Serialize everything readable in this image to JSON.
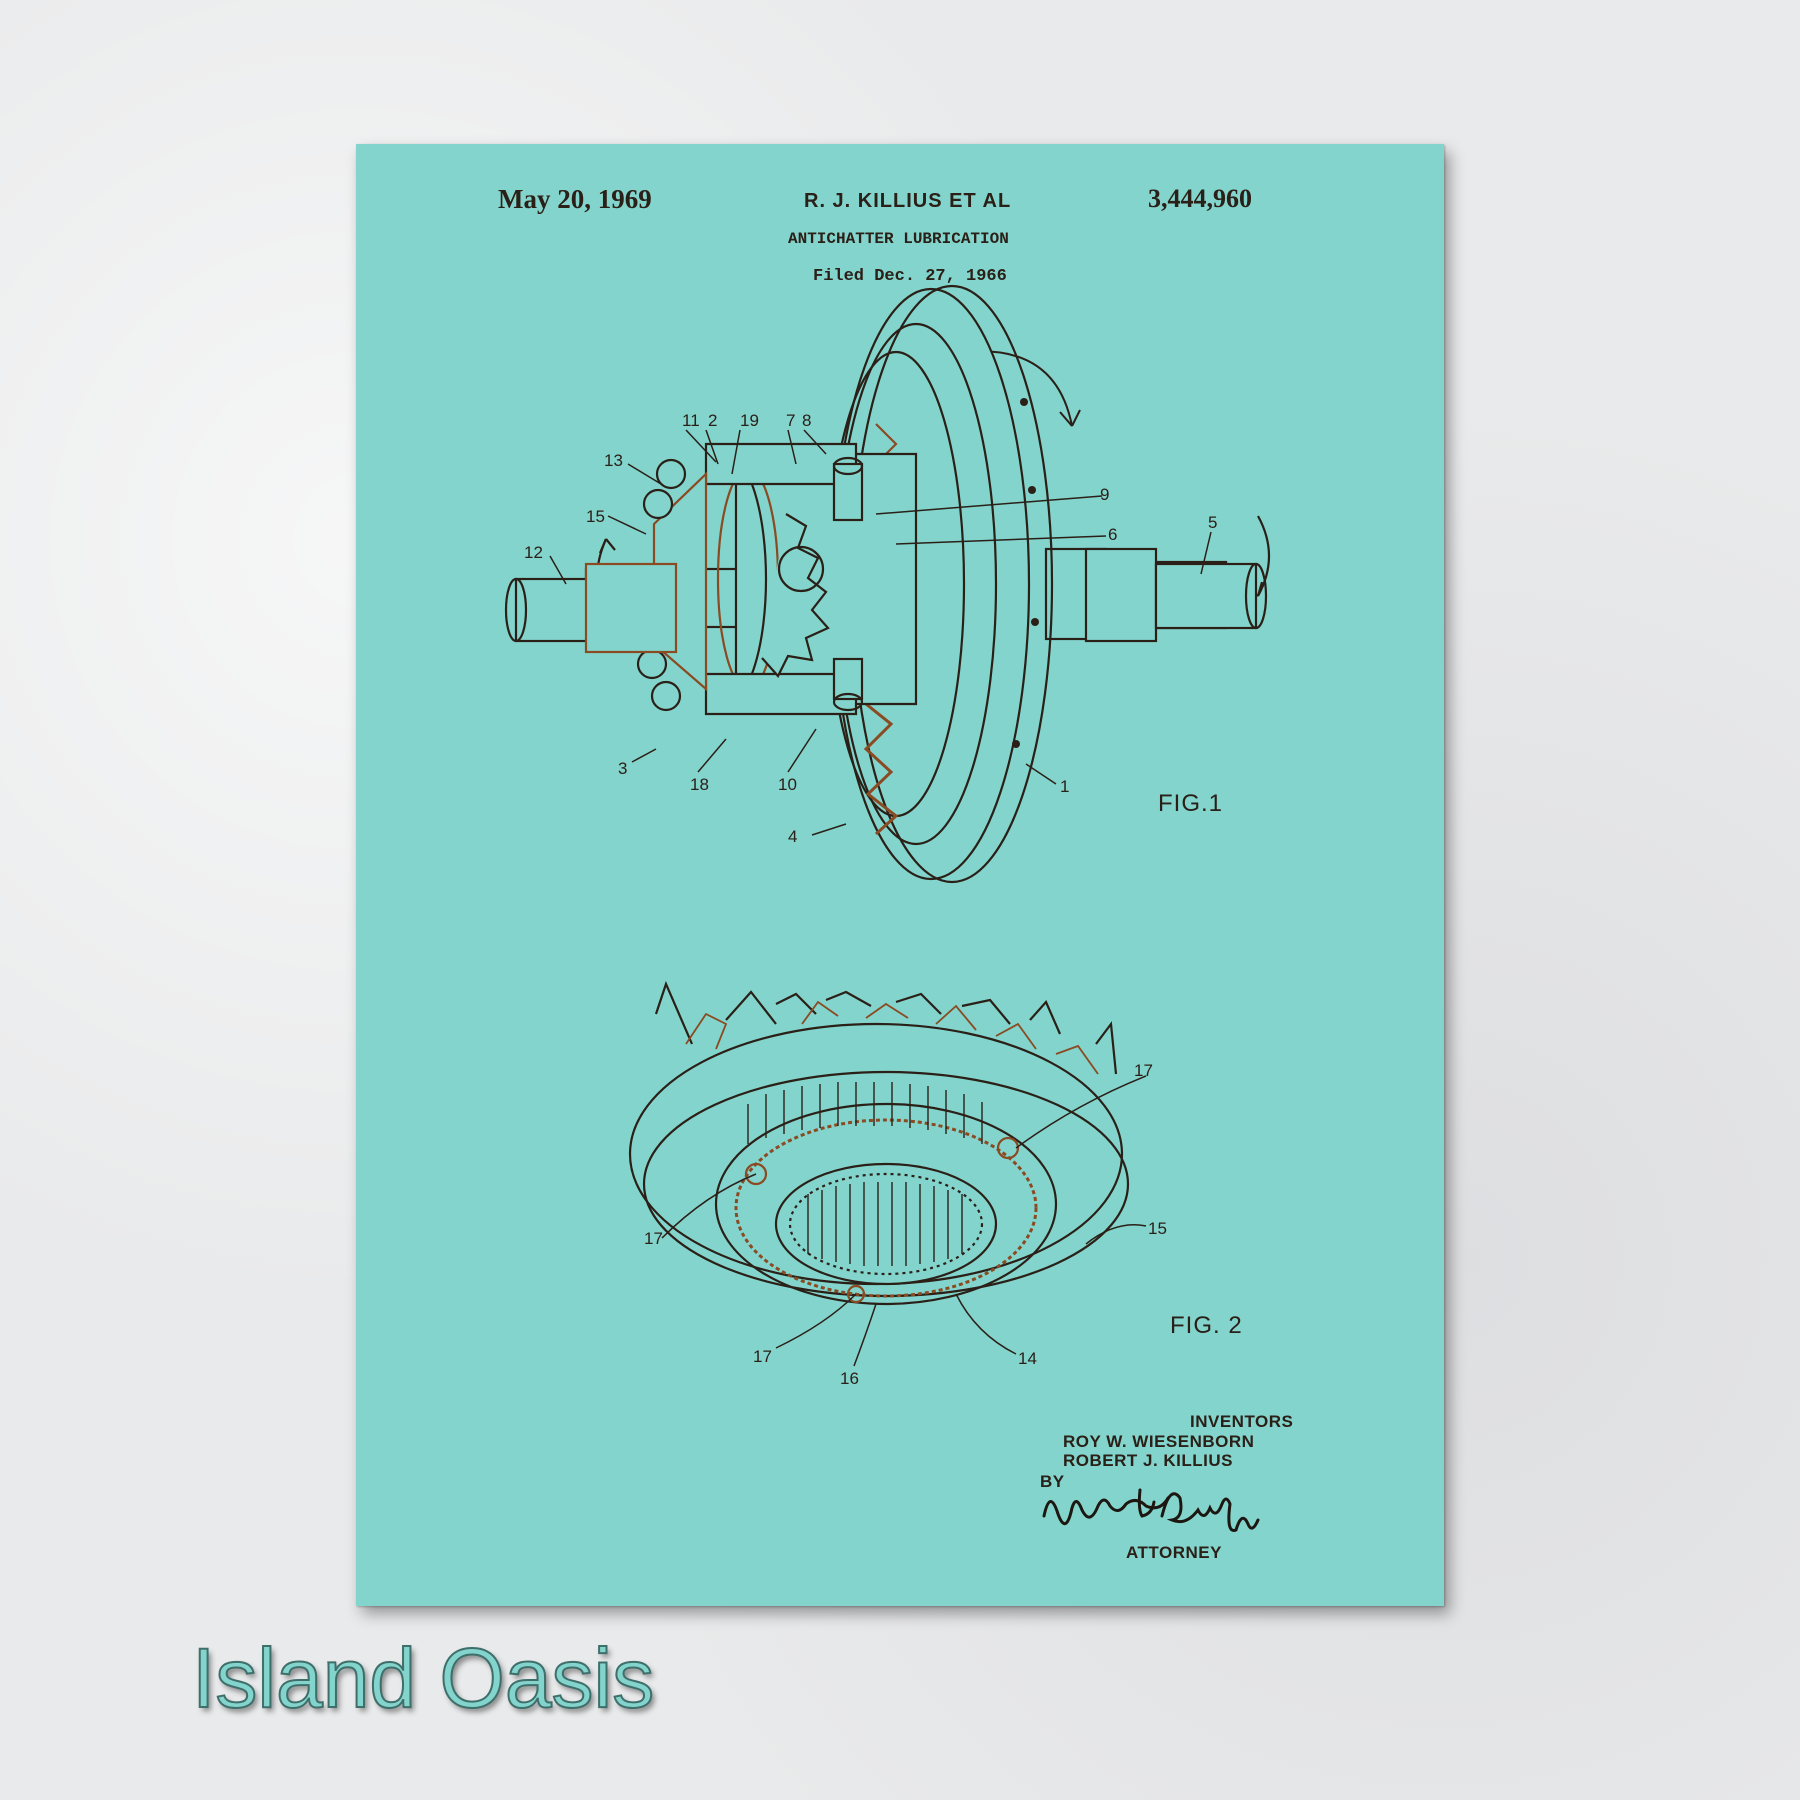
{
  "patent": {
    "date": "May 20, 1969",
    "inventor_header": "R. J. KILLIUS ET AL",
    "number": "3,444,960",
    "title": "ANTICHATTER LUBRICATION",
    "filed": "Filed Dec. 27, 1966"
  },
  "figures": [
    {
      "label": "FIG.1",
      "refs": [
        "11",
        "2",
        "19",
        "7",
        "8",
        "13",
        "15",
        "12",
        "9",
        "6",
        "5",
        "3",
        "18",
        "10",
        "1",
        "4"
      ]
    },
    {
      "label": "FIG. 2",
      "refs": [
        "17",
        "17",
        "15",
        "17",
        "16",
        "14"
      ]
    }
  ],
  "signature_block": {
    "inventors_label": "INVENTORS",
    "inventor_1": "ROY W. WIESENBORN",
    "inventor_2": "ROBERT J. KILLIUS",
    "by_label": "BY",
    "signature": "William H. Duffey",
    "attorney_label": "ATTORNEY"
  },
  "brand": {
    "name": "Island Oasis"
  },
  "colors": {
    "wall": "#e9eaeb",
    "poster_background": "#83d4cc",
    "ink": "#2a2018",
    "rust_accent": "#8a4a22"
  }
}
